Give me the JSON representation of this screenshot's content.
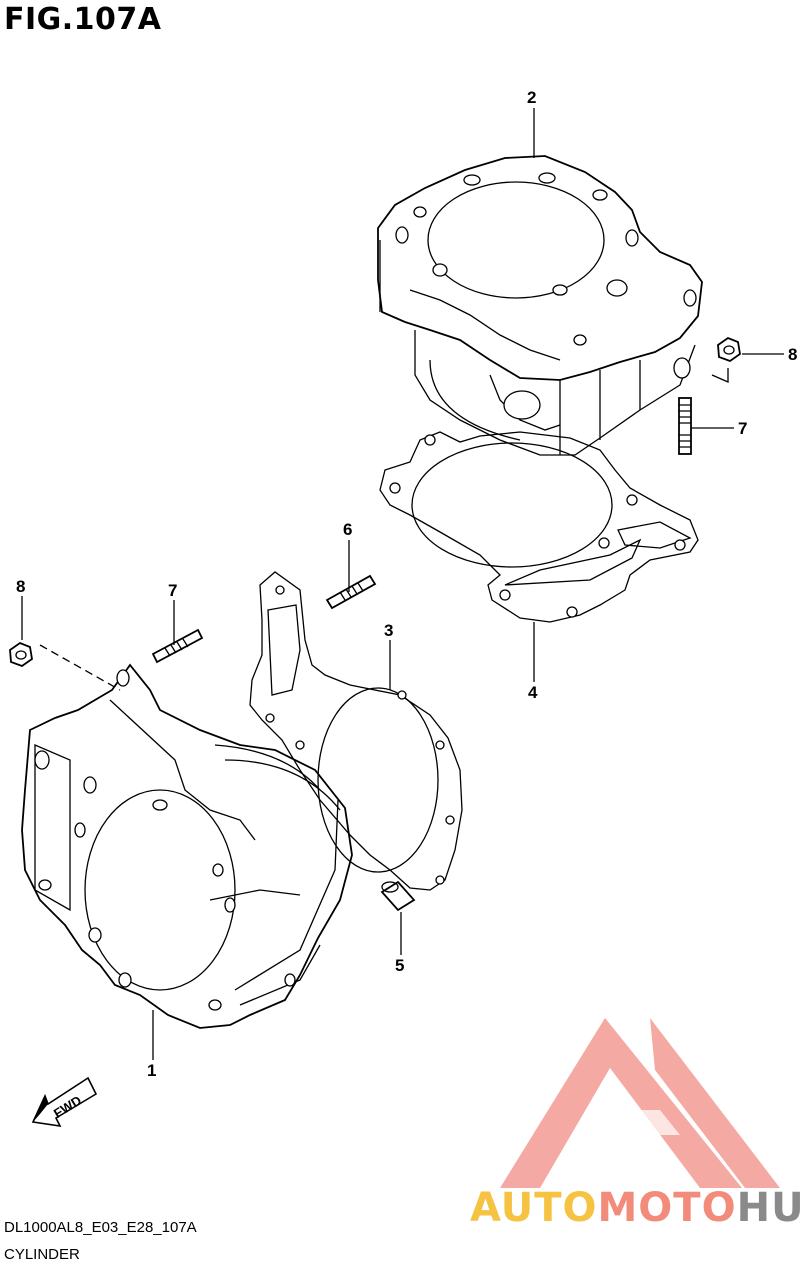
{
  "figure": {
    "title": "FIG.107A",
    "code": "DL1000AL8_E03_E28_107A",
    "caption": "CYLINDER"
  },
  "callouts": {
    "c1": "1",
    "c2": "2",
    "c3": "3",
    "c4": "4",
    "c5": "5",
    "c6": "6",
    "c7a": "7",
    "c7b": "7",
    "c8a": "8",
    "c8b": "8"
  },
  "fwd_label": "FWD",
  "watermark": {
    "part1": "AUTO",
    "part2": "MOTO",
    "part3": "HUB",
    "colors": {
      "auto": "#f5c242",
      "moto": "#f28b7a",
      "hub": "#8a8a8a",
      "triangle": "#f4a09a"
    }
  }
}
